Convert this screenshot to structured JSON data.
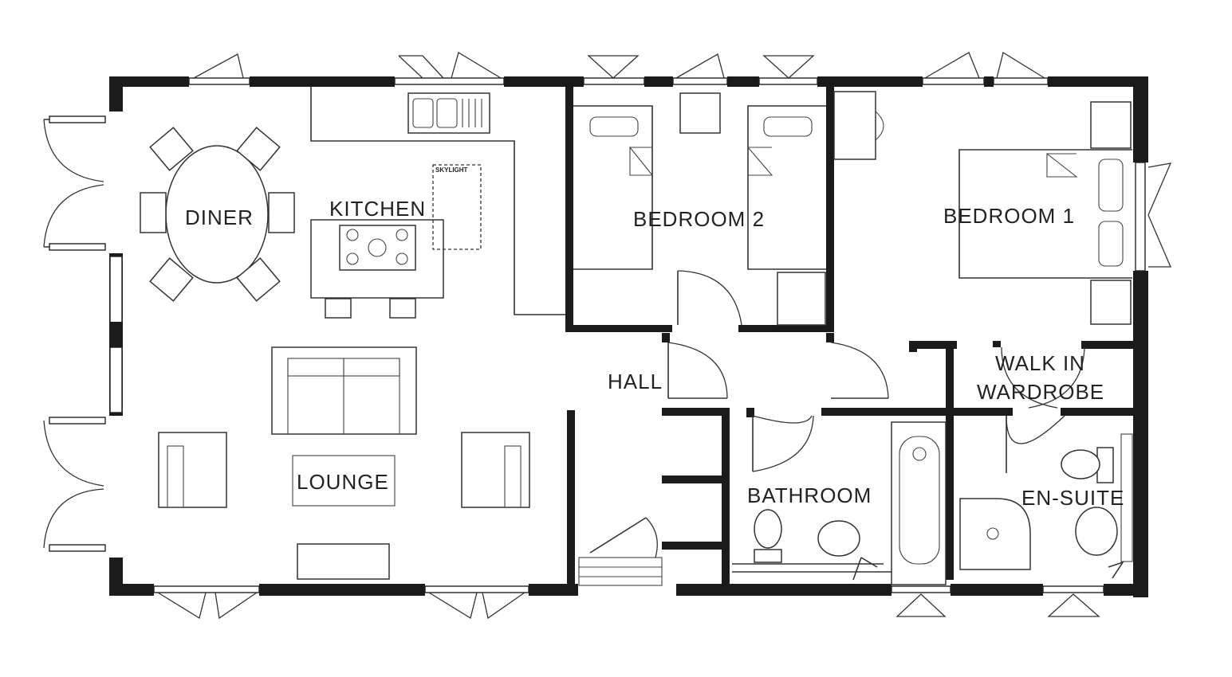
{
  "rooms": {
    "diner": "DINER",
    "kitchen": "KITCHEN",
    "skylight": "SKYLIGHT",
    "lounge": "LOUNGE",
    "hall": "HALL",
    "bedroom2": "BEDROOM 2",
    "bedroom1": "BEDROOM 1",
    "walkin_line1": "WALK IN",
    "walkin_line2": "WARDROBE",
    "bathroom": "BATHROOM",
    "ensuite": "EN-SUITE"
  }
}
